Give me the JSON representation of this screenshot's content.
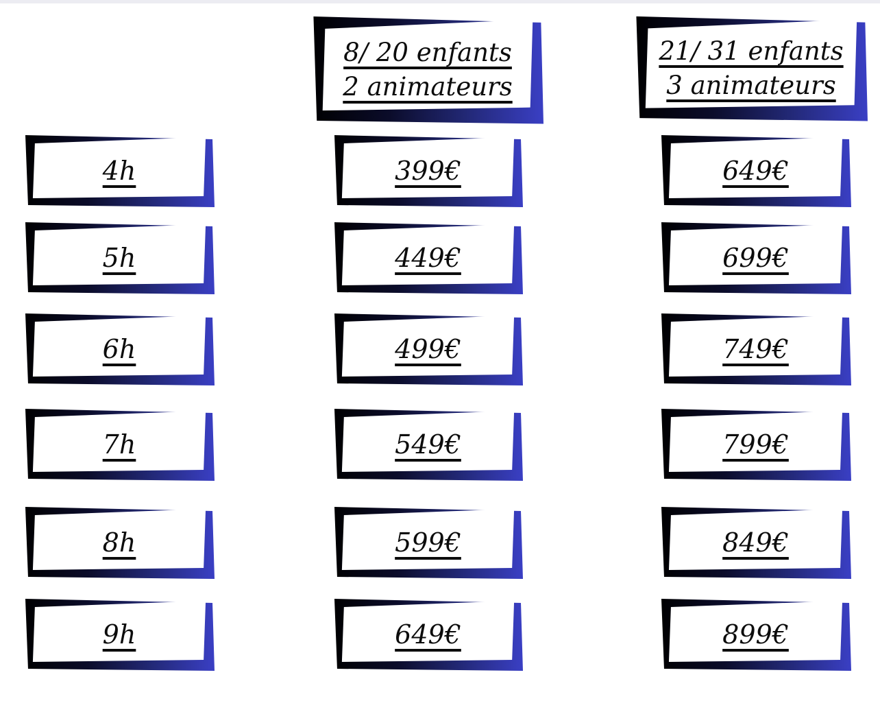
{
  "page": {
    "background": "#ffffff",
    "top_strip_color": "#ececf2"
  },
  "colors": {
    "text": "#0c0c0c",
    "frame_gradient_stops": [
      "#000002",
      "#0b0c2a",
      "#222875",
      "#3a3fc4"
    ],
    "inner_box": "#ffffff"
  },
  "pricing": {
    "durations": [
      "4h",
      "5h",
      "6h",
      "7h",
      "8h",
      "9h"
    ],
    "tiers": [
      {
        "header_line1": "8/ 20 enfants",
        "header_line2": "2 animateurs",
        "prices": [
          "399€",
          "449€",
          "499€",
          "549€",
          "599€",
          "649€"
        ]
      },
      {
        "header_line1": "21/ 31 enfants",
        "header_line2": "3 animateurs",
        "prices": [
          "649€",
          "699€",
          "749€",
          "799€",
          "849€",
          "899€"
        ]
      }
    ]
  }
}
